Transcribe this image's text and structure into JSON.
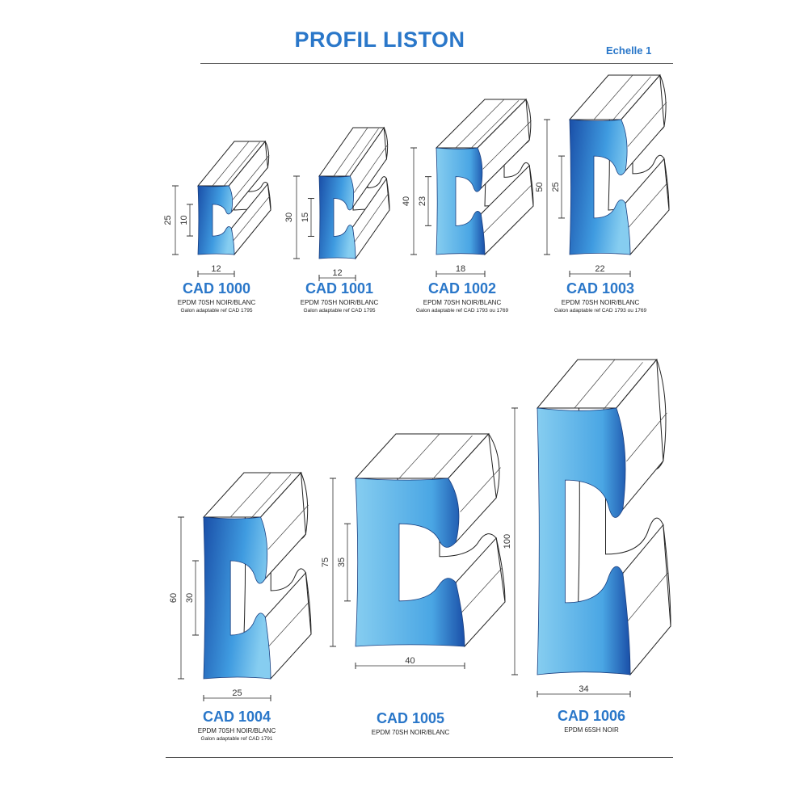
{
  "header": {
    "title": "PROFIL LISTON",
    "scale": "Echelle 1"
  },
  "colors": {
    "accent": "#2a77c9",
    "profile_dark": "#1a4fa8",
    "profile_light": "#7cc6ee"
  },
  "profiles": [
    {
      "name": "CAD 1000",
      "material": "EPDM 70SH NOIR/BLANC",
      "note": "Galon adaptable ref CAD 1795",
      "height": "25",
      "inner": "10",
      "width": "12"
    },
    {
      "name": "CAD 1001",
      "material": "EPDM 70SH NOIR/BLANC",
      "note": "Galon adaptable ref CAD 1795",
      "height": "30",
      "inner": "15",
      "width": "12"
    },
    {
      "name": "CAD 1002",
      "material": "EPDM 70SH NOIR/BLANC",
      "note": "Galon adaptable ref CAD 1793 ou 1769",
      "height": "40",
      "inner": "23",
      "width": "18"
    },
    {
      "name": "CAD 1003",
      "material": "EPDM 70SH NOIR/BLANC",
      "note": "Galon adaptable ref CAD 1793 ou 1769",
      "height": "50",
      "inner": "25",
      "width": "22"
    },
    {
      "name": "CAD 1004",
      "material": "EPDM 70SH NOIR/BLANC",
      "note": "Galon adaptable ref CAD 1791",
      "height": "60",
      "inner": "30",
      "width": "25"
    },
    {
      "name": "CAD 1005",
      "material": "EPDM 70SH NOIR/BLANC",
      "note": null,
      "height": "75",
      "inner": "35",
      "width": "40"
    },
    {
      "name": "CAD 1006",
      "material": "EPDM 65SH NOIR",
      "note": null,
      "height": "100",
      "inner": null,
      "width": "34"
    }
  ]
}
